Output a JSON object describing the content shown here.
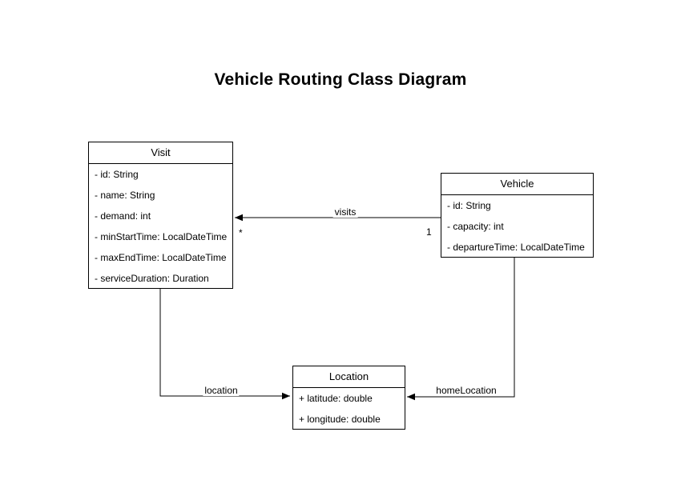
{
  "diagram": {
    "title": "Vehicle Routing Class Diagram",
    "background_color": "#ffffff",
    "line_color": "#000000",
    "text_color": "#000000"
  },
  "classes": {
    "visit": {
      "name": "Visit",
      "attributes": [
        "- id: String",
        "- name: String",
        "- demand: int",
        "- minStartTime: LocalDateTime",
        "- maxEndTime: LocalDateTime",
        "- serviceDuration: Duration"
      ]
    },
    "vehicle": {
      "name": "Vehicle",
      "attributes": [
        "- id: String",
        "- capacity: int",
        "- departureTime: LocalDateTime"
      ]
    },
    "location": {
      "name": "Location",
      "attributes": [
        "+ latitude: double",
        "+ longitude: double"
      ]
    }
  },
  "relations": {
    "visits": {
      "label": "visits",
      "target_multiplicity": "*",
      "source_multiplicity": "1"
    },
    "location": {
      "label": "location"
    },
    "home_location": {
      "label": "homeLocation"
    }
  }
}
